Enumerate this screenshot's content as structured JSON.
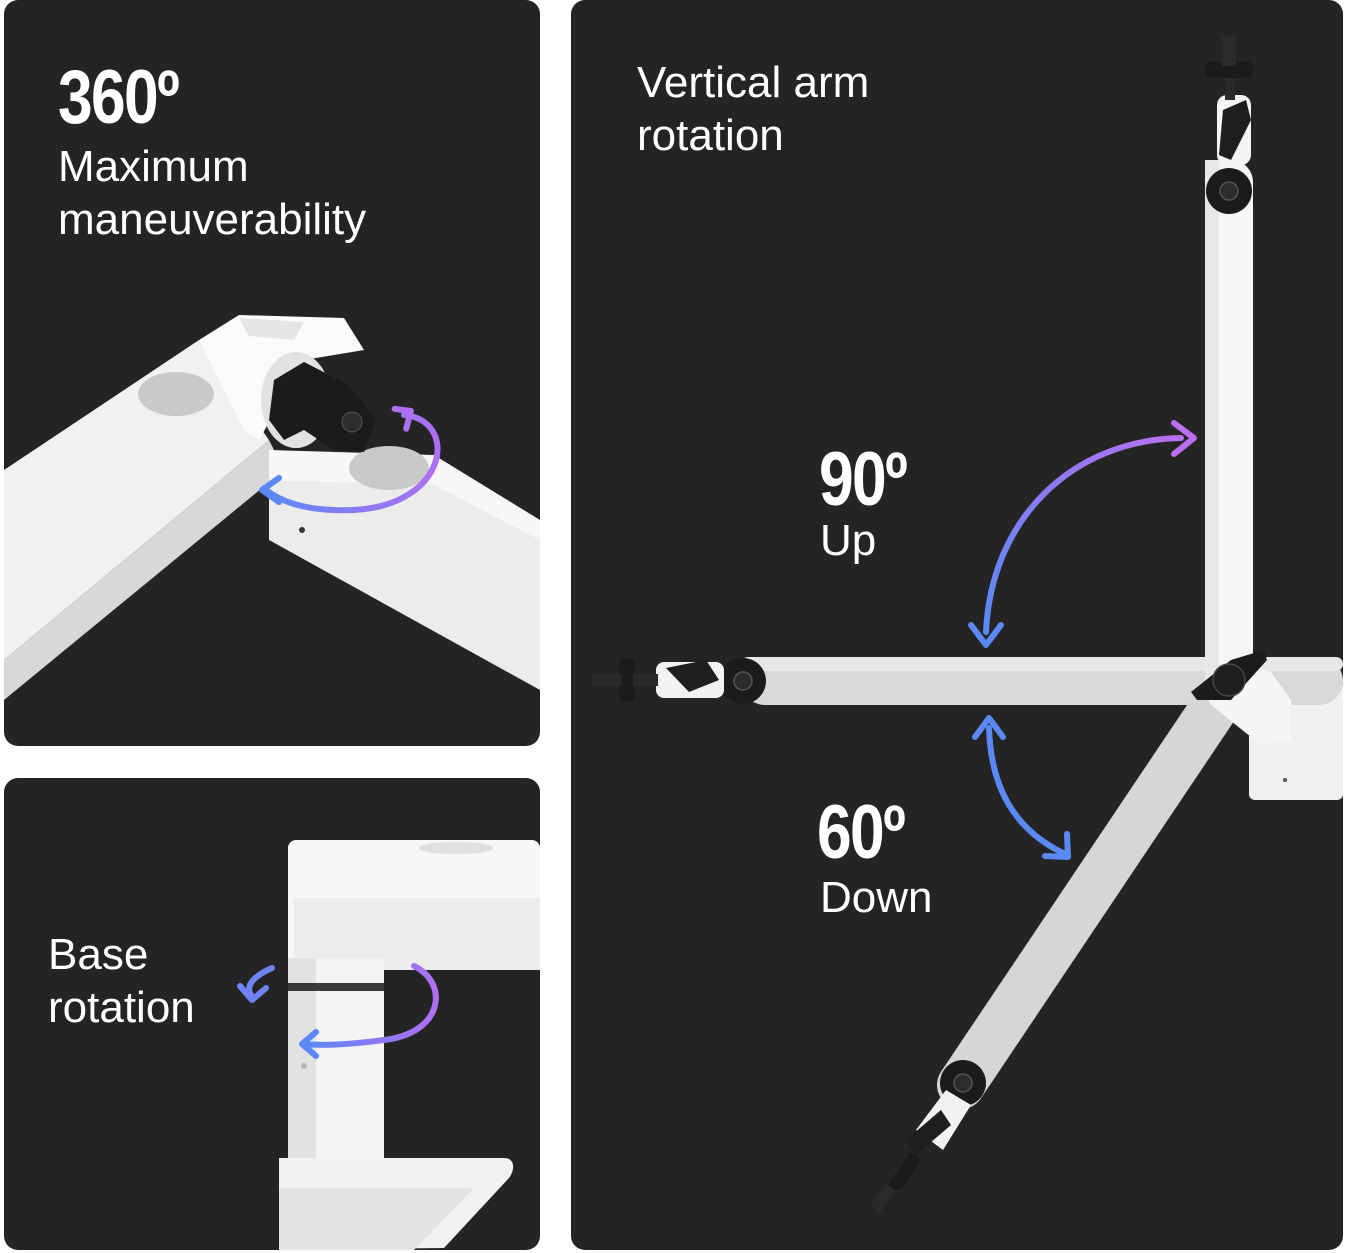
{
  "panels": {
    "maneuverability": {
      "degree": "360º",
      "line1": "Maximum",
      "line2": "maneuverability"
    },
    "base": {
      "line1": "Base",
      "line2": "rotation"
    },
    "vertical": {
      "line1": "Vertical arm",
      "line2": "rotation",
      "up_degree": "90º",
      "up_label": "Up",
      "down_degree": "60º",
      "down_label": "Down"
    }
  },
  "colors": {
    "panel_background": "#242424",
    "arm_white": "#f4f4f4",
    "arm_grey": "#dcdcdc",
    "arrow_purple": "#b06ff2",
    "arrow_blue": "#5a88f5",
    "knob_black": "#1b1b1b"
  }
}
